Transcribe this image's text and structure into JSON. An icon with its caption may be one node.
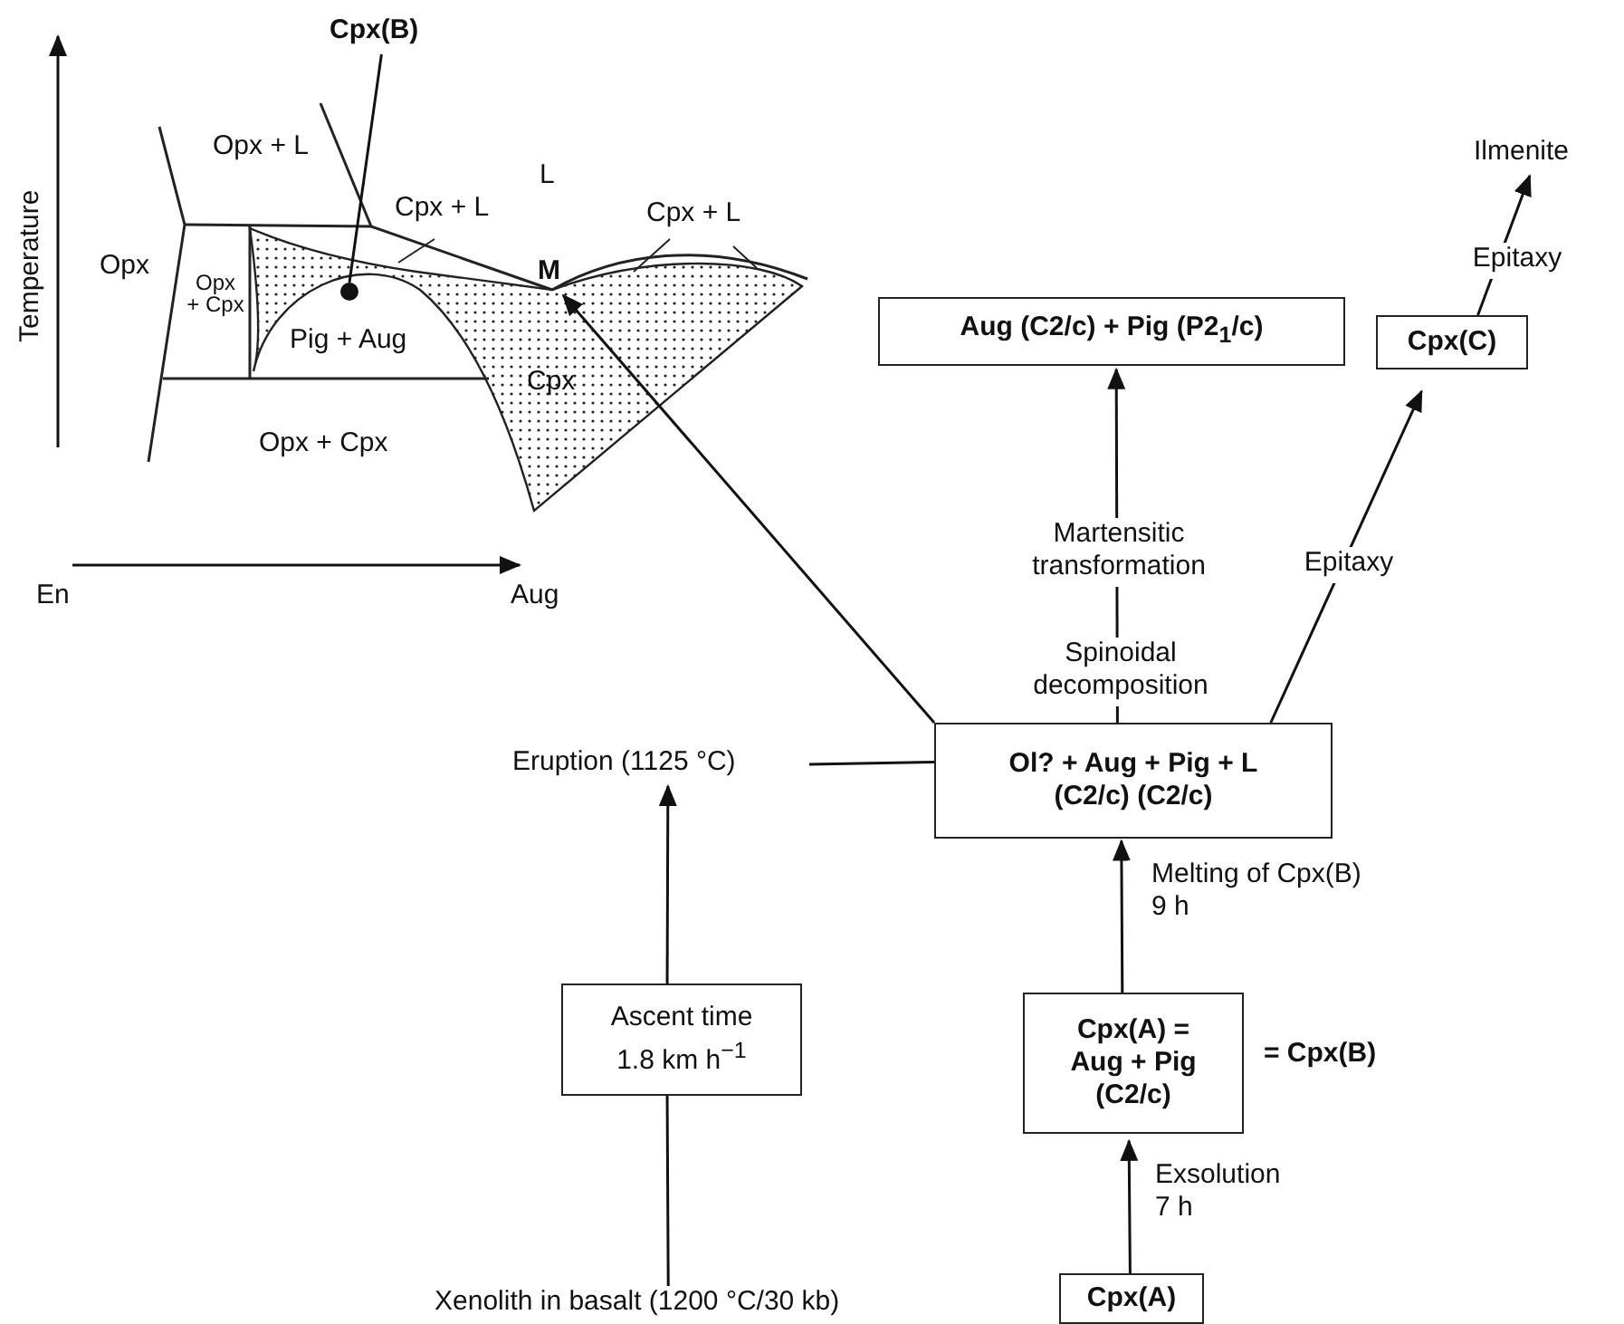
{
  "diagram": {
    "nodes": [
      {
        "text": [
          "Aug (C2/c) + Pig (P2$_{1}$/c)"
        ]
      },
      {
        "text": [
          "Cpx(C)"
        ]
      },
      {
        "text": [
          "Ilmenite"
        ]
      },
      {
        "text": [
          "Ol? + Aug + Pig + L (C2/c) (C2/c)"
        ]
      },
      {
        "text": [
          "Eruption (1125 °C)"
        ]
      },
      {
        "text": [
          "Ascent time 1.8 km h$^{−1}$"
        ]
      },
      {
        "text": [
          "Cpx(A) = Aug + Pig (C2/c)"
        ],
        "beside": [
          "= Cpx(B)"
        ]
      },
      {
        "text": [
          "Xenolith in basalt (1200 °C/30 kb)"
        ]
      },
      {
        "text": [
          "Cpx(A)"
        ]
      },
      {
        "text": [
          "M"
        ]
      },
      {
        "text": [
          "Cpx(B)"
        ]
      },
      {
        "text": [],
        "shape": "circle"
      }
    ],
    "edges": [
      {
        "from": 8,
        "to": 6,
        "arrow": "to",
        "label": "Exsolution 7 h"
      },
      {
        "from": 6,
        "to": 3,
        "arrow": "to",
        "label": "Melting of Cpx(B) 9 h"
      },
      {
        "from": 7,
        "to": 5,
        "arrow": "none"
      },
      {
        "from": 5,
        "to": 4,
        "arrow": "to"
      },
      {
        "from": 4,
        "to": 3,
        "arrow": "none"
      },
      {
        "from": 3,
        "to": 0,
        "arrow": "to",
        "label": "Spinoidal decomposition"
      },
      {
        "from": 3,
        "to": 1,
        "arrow": "to",
        "label": "Epitaxy"
      },
      {
        "from": 1,
        "to": 2,
        "arrow": "to",
        "label": "Epitaxy"
      },
      {
        "from": 3,
        "to": 9,
        "arrow": "to"
      },
      {
        "from": 10,
        "to": 11,
        "arrow": "none"
      }
    ],
    "labels": [
      "Temperature",
      "Opx + L",
      "L",
      "Cpx + L",
      "Cpx + L",
      "Opx",
      "Opx + Cpx",
      "Pig + Aug",
      "Cpx",
      "Opx + Cpx",
      "En",
      "Aug",
      "Martensitic transformation"
    ]
  }
}
